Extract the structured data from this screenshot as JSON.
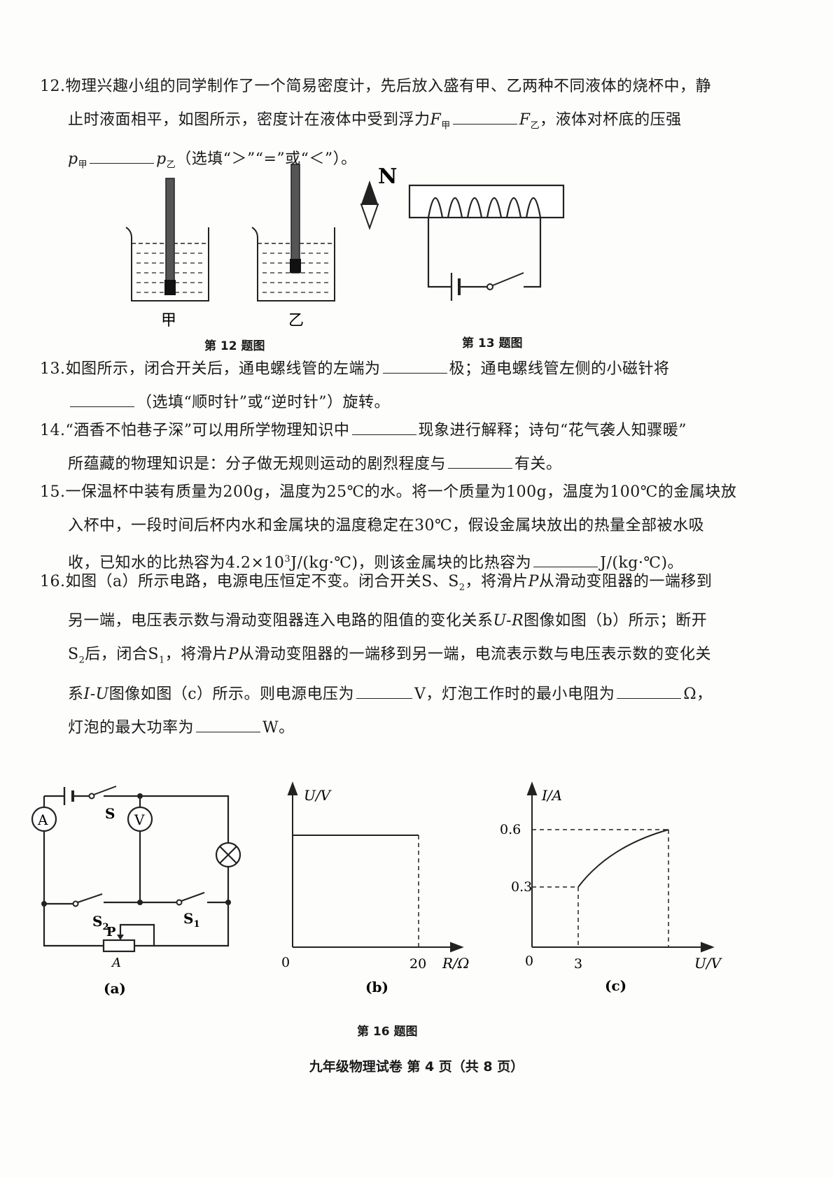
{
  "q12": {
    "num": "12.",
    "text1": "物理兴趣小组的同学制作了一个简易密度计，先后放入盛有甲、乙两种不同液体的烧杯中，静",
    "text2a": "止时液面相平，如图所示，密度计在液体中受到浮力",
    "F": "F",
    "sub_jia": "甲",
    "sub_yi": "乙",
    "text2b": "，液体对杯底的压强",
    "p": "p",
    "text3": "（选填“＞”“=”或“＜”）。"
  },
  "fig12": {
    "label_jia": "甲",
    "label_yi": "乙",
    "caption": "第 12 题图"
  },
  "fig13": {
    "north": "N",
    "caption": "第 13 题图"
  },
  "q13": {
    "num": "13.",
    "text1a": "如图所示，闭合开关后，通电螺线管的左端为",
    "text1b": "极；通电螺线管左侧的小磁针将",
    "text2": "（选填“顺时针”或“逆时针”）旋转。"
  },
  "q14": {
    "num": "14.",
    "text1a": "“酒香不怕巷子深”可以用所学物理知识中",
    "text1b": "现象进行解释；诗句“花气袭人知骤暖”",
    "text2a": "所蕴藏的物理知识是：分子做无规则运动的剧烈程度与",
    "text2b": "有关。"
  },
  "q15": {
    "num": "15.",
    "text1": "一保温杯中装有质量为200g，温度为25℃的水。将一个质量为100g，温度为100℃的金属块放",
    "text2": "入杯中，一段时间后杯内水和金属块的温度稳定在30℃，假设金属块放出的热量全部被水吸",
    "text3a": "收，已知水的比热容为4.2×10",
    "sup3": "3",
    "text3b": "J/(kg·℃)，则该金属块的比热容为",
    "text3c": "J/(kg·℃)。"
  },
  "q16": {
    "num": "16.",
    "text1a": "如图（a）所示电路，电源电压恒定不变。闭合开关S、S",
    "sub2": "2",
    "text1b": "，将滑片",
    "P": "P",
    "text1c": "从滑动变阻器的一端移到",
    "text2a": "另一端，电压表示数与滑动变阻器连入电路的阻值的变化关系",
    "UR": "U-R",
    "text2b": "图像如图（b）所示；断开",
    "S": "S",
    "text3a": "后，闭合S",
    "sub1": "1",
    "text3b": "，将滑片",
    "text3c": "从滑动变阻器的一端移到另一端，电流表示数与电压表示数的变化关",
    "text4a": "系",
    "IU": "I-U",
    "text4b": "图像如图（c）所示。则电源电压为",
    "text4c": "V，灯泡工作时的最小电阻为",
    "text4d": "Ω，",
    "text5a": "灯泡的最大功率为",
    "text5b": "W。"
  },
  "fig16": {
    "a": {
      "label": "(a)",
      "ammeter": "A",
      "voltmeter": "V",
      "switch_s": "S",
      "switch_s2_main": "S",
      "switch_s2_sub": "2",
      "switch_s1_main": "S",
      "switch_s1_sub": "1",
      "slider": "P",
      "rheostat_end": "A"
    },
    "b": {
      "label": "(b)",
      "ylabel": "U/V",
      "xlabel": "R/Ω",
      "origin": "0",
      "x_tick": "20"
    },
    "c": {
      "label": "(c)",
      "ylabel": "I/A",
      "xlabel": "U/V",
      "origin": "0",
      "x_tick": "3",
      "y_tick_high": "0.6",
      "y_tick_low": "0.3"
    },
    "caption": "第 16 题图"
  },
  "footer": "九年级物理试卷 第 4 页（共 8 页）"
}
